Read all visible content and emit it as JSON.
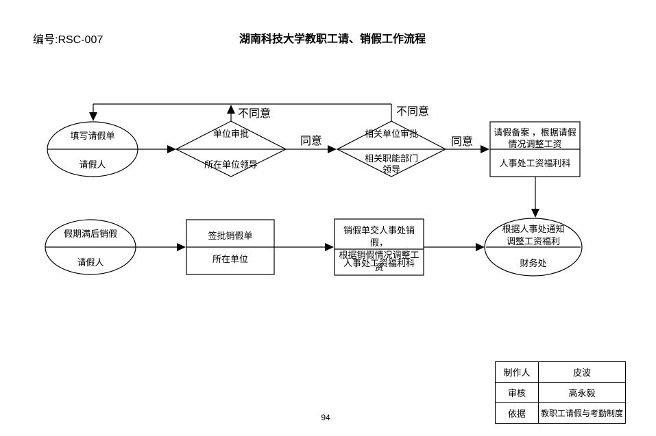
{
  "page": {
    "doc_number": "编号:RSC-007",
    "title": "湖南科技大学教职工请、销假工作流程",
    "page_number": "94"
  },
  "flowchart": {
    "top_row": {
      "start_ellipse": {
        "action": "填写请假单",
        "role": "请假人"
      },
      "decision1": {
        "action": "单位审批",
        "role": "所在单位领导"
      },
      "decision2": {
        "action": "相关单位审批",
        "role_line1": "相关职能部门",
        "role_line2": "领导"
      },
      "record_box": {
        "line1": "请假备案 ，根据请假",
        "line2": "情况调整工资",
        "dept": "人事处工资福利科"
      },
      "labels": {
        "agree1": "同意",
        "agree2": "同意",
        "disagree1": "不同意",
        "disagree2": "不同意"
      }
    },
    "bottom_row": {
      "start_ellipse": {
        "action": "假期满后销假",
        "role": "请假人"
      },
      "sign_box": {
        "action": "签批销假单",
        "dept": "所在单位"
      },
      "cancel_box": {
        "line1": "销假单交人事处销假，",
        "line2": "根据销假情况调整工资",
        "dept": "人事处工资福利科"
      },
      "end_ellipse": {
        "line1": "根据人事处通知",
        "line2": "调整工资福利",
        "dept": "财务处"
      }
    }
  },
  "info_table": {
    "rows": [
      {
        "label": "制作人",
        "value": "皮波"
      },
      {
        "label": "审核",
        "value": "高永毅"
      },
      {
        "label": "依据",
        "value": "教职工请假与考勤制度"
      }
    ]
  }
}
